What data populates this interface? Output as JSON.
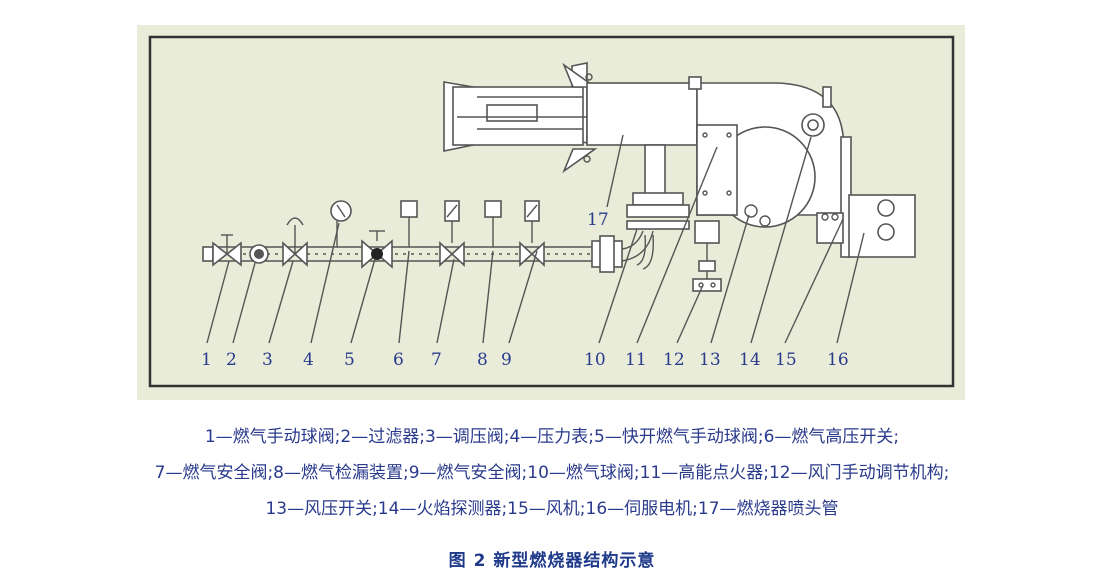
{
  "diagram": {
    "component_numbers": [
      "1",
      "2",
      "3",
      "4",
      "5",
      "6",
      "7",
      "8",
      "9",
      "10",
      "11",
      "12",
      "13",
      "14",
      "15",
      "16",
      "17"
    ]
  },
  "legend": {
    "line1": "1—燃气手动球阀;2—过滤器;3—调压阀;4—压力表;5—快开燃气手动球阀;6—燃气高压开关;",
    "line2": "7—燃气安全阀;8—燃气检漏装置;9—燃气安全阀;10—燃气球阀;11—高能点火器;12—风门手动调节机构;",
    "line3": "13—风压开关;14—火焰探测器;15—风机;16—伺服电机;17—燃烧器喷头管"
  },
  "caption": "图 2  新型燃烧器结构示意",
  "colors": {
    "panel_background": "#e9ecd8",
    "line": "#555555",
    "text": "#2a3a8c"
  }
}
